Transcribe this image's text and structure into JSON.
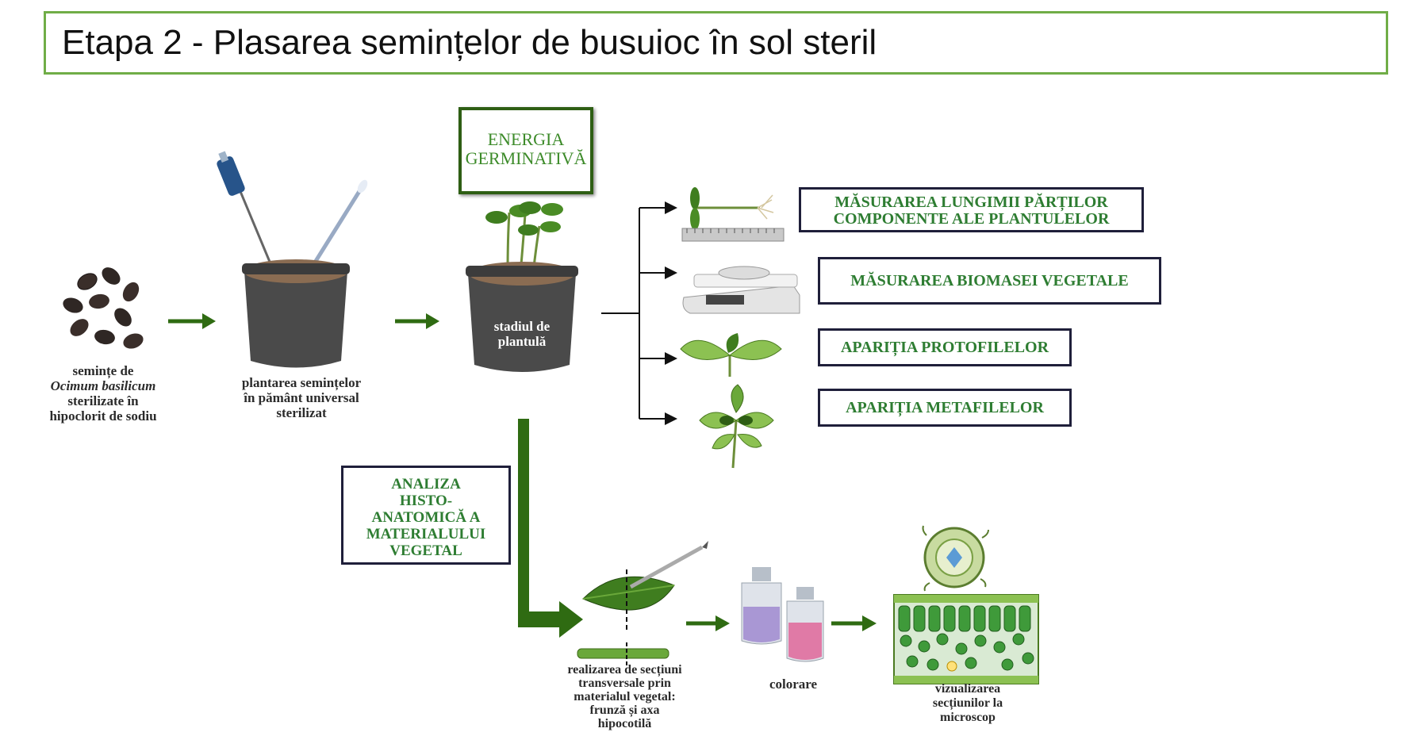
{
  "title": "Etapa 2 - Plasarea semințelor de busuioc în sol steril",
  "labels": {
    "seeds_line1": "semințe de",
    "seeds_line2": "Ocimum basilicum",
    "seeds_line3": "sterilizate în",
    "seeds_line4": "hipoclorit de sodiu",
    "planting_line1": "plantarea semințelor",
    "planting_line2": "în pământ universal",
    "planting_line3": "sterilizat",
    "pot_line1": "stadiul de",
    "pot_line2": "plantulă",
    "sections_line1": "realizarea de secțiuni",
    "sections_line2": "transversale prin",
    "sections_line3": "materialul vegetal:",
    "sections_line4": "frunză și axa",
    "sections_line5": "hipocotilă",
    "staining": "colorare",
    "micro_line1": "vizualizarea",
    "micro_line2": "secțiunilor la",
    "micro_line3": "microscop"
  },
  "boxes": {
    "energy_line1": "ENERGIA",
    "energy_line2": "GERMINATIVĂ",
    "measure_length_line1": "MĂSURAREA LUNGIMII PĂRȚILOR",
    "measure_length_line2": "COMPONENTE ALE PLANTULELOR",
    "biomass": "MĂSURAREA BIOMASEI VEGETALE",
    "protophylls": "APARIȚIA PROTOFILELOR",
    "metaphylls": "APARIȚIA METAFILELOR",
    "analysis_line1": "ANALIZA",
    "analysis_line2": "HISTO-",
    "analysis_line3": "ANATOMICĂ A",
    "analysis_line4": "MATERIALULUI",
    "analysis_line5": "VEGETAL"
  },
  "colors": {
    "frame_green": "#70ad47",
    "text_green": "#2e7d32",
    "arrow_green": "#2f6b12",
    "box_border": "#1f1f3a",
    "pot_gray": "#4a4a4a"
  }
}
